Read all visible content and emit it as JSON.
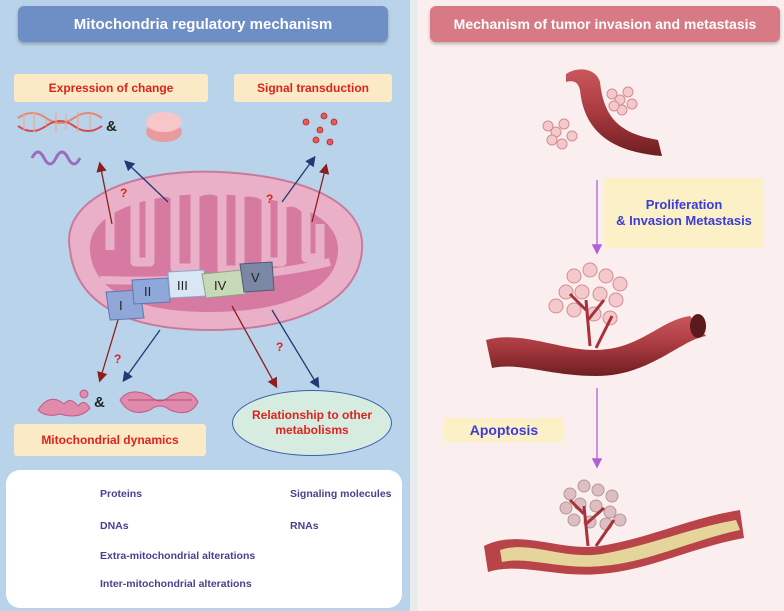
{
  "left": {
    "title": "Mitochondria regulatory mechanism",
    "tags": {
      "expression": "Expression of change",
      "signal": "Signal transduction",
      "dynamics": "Mitochondrial dynamics"
    },
    "amp": "&",
    "question": "?",
    "relationship_line1": "Relationship to other",
    "relationship_line2": "metabolisms",
    "complexes": [
      "I",
      "II",
      "III",
      "IV",
      "V"
    ]
  },
  "legend": {
    "proteins": "Proteins",
    "signaling": "Signaling molecules",
    "dnas": "DNAs",
    "rnas": "RNAs",
    "extra": "Extra-mitochondrial alterations",
    "inter": "Inter-mitochondrial alterations"
  },
  "right": {
    "title": "Mechanism of tumor invasion and metastasis",
    "prolif_line1": "Proliferation",
    "prolif_line2": "& Invasion Metastasis",
    "apoptosis": "Apoptosis"
  },
  "colors": {
    "left_bg": "#b9d3ea",
    "right_bg": "#fbeeee",
    "extra_arrow": "#1f3b73",
    "inter_arrow": "#8b1e1e",
    "mito": "#e7a3c0"
  }
}
